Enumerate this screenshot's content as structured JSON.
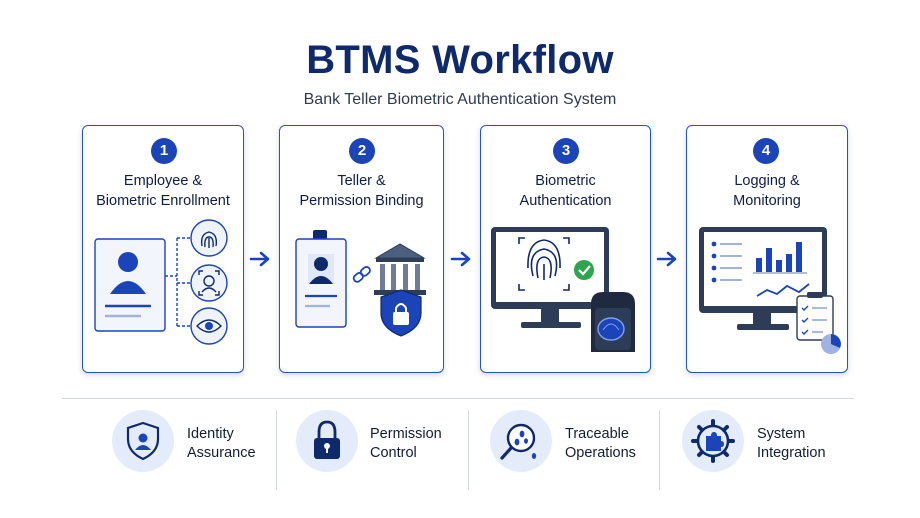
{
  "title": "BTMS Workflow",
  "subtitle": "Bank Teller Biometric Authentication System",
  "steps": [
    {
      "number": "1",
      "line1": "Employee &",
      "line2": "Biometric Enrollment"
    },
    {
      "number": "2",
      "line1": "Teller &",
      "line2": "Permission Binding"
    },
    {
      "number": "3",
      "line1": "Biometric",
      "line2": "Authentication"
    },
    {
      "number": "4",
      "line1": "Logging &",
      "line2": "Monitoring"
    }
  ],
  "features": [
    {
      "line1": "Identity",
      "line2": "Assurance",
      "icon": "shield-person-icon"
    },
    {
      "line1": "Permission",
      "line2": "Control",
      "icon": "padlock-icon"
    },
    {
      "line1": "Traceable",
      "line2": "Operations",
      "icon": "footprints-magnifier-icon"
    },
    {
      "line1": "System",
      "line2": "Integration",
      "icon": "gear-puzzle-icon"
    }
  ],
  "colors": {
    "primary": "#1a44b8",
    "navy": "#0f2a6b",
    "light": "#e4ecfb",
    "success": "#2ea44f"
  }
}
